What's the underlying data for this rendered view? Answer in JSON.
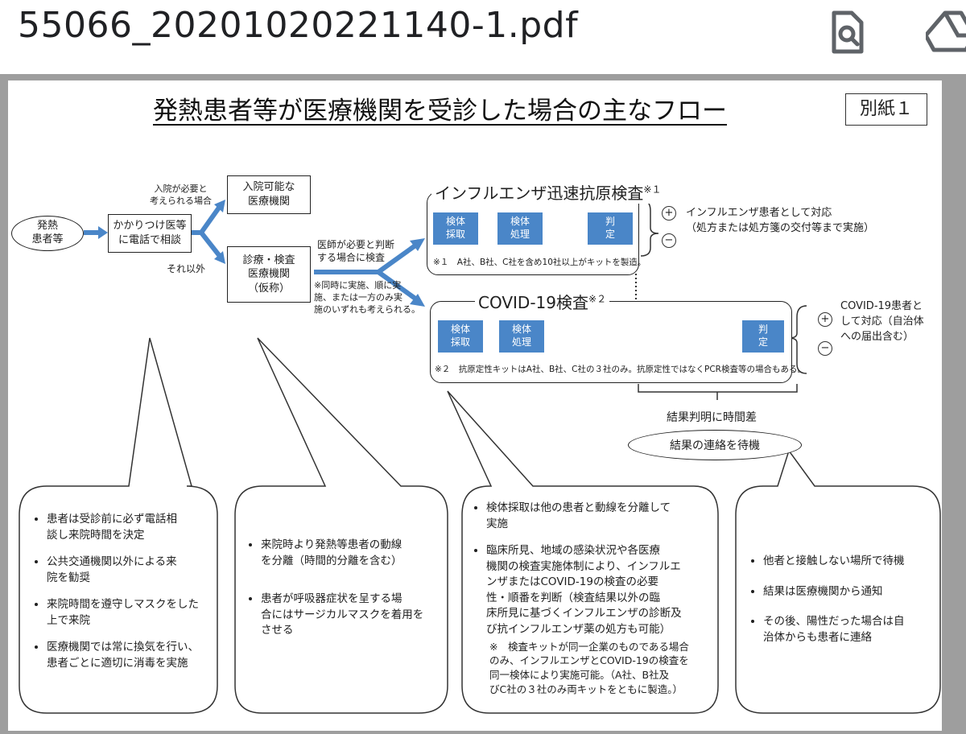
{
  "header": {
    "filename": "55066_20201020221140-1.pdf",
    "search_icon": "document-search-icon",
    "drive_icon": "drive-icon"
  },
  "doc": {
    "title": "発熱患者等が医療機関を受診した場合の主なフロー",
    "annex": "別紙１",
    "patient": "発熱\n患者等",
    "phone": "かかりつけ医等\nに電話で相談",
    "cond_admit": "入院が必要と\n考えられる場合",
    "cond_other": "それ以外",
    "hospital": "入院可能な\n医療機関",
    "clinic": "診療・検査\n医療機関\n（仮称）",
    "cond_test": "医師が必要と判断\nする場合に検査",
    "cond_note": "※同時に実施、順に実\n施、または一方のみ実\n施のいずれも考えられる。",
    "flu": {
      "title": "インフルエンザ迅速抗原検査",
      "mark": "※１",
      "step1": "検体\n採取",
      "step2": "検体\n処理",
      "step3": "判\n定",
      "footnote": "※１　A社、B社、C社を含め10社以上がキットを製造。",
      "plus": "+",
      "minus": "−",
      "result": "インフルエンザ患者として対応\n（処方または処方箋の交付等まで実施）"
    },
    "covid": {
      "title": "COVID-19検査",
      "mark": "※２",
      "step1": "検体\n採取",
      "step2": "検体\n処理",
      "step3": "判\n定",
      "footnote": "※２　抗原定性キットはA社、B社、C社の３社のみ。抗原定性ではなくPCR検査等の場合もある。",
      "plus": "+",
      "minus": "−",
      "result": "COVID-19患者と\nして対応（自治体\nへの届出含む）"
    },
    "time_diff": "結果判明に時間差",
    "wait": "結果の連絡を待機",
    "balloon1": [
      "患者は受診前に必ず電話相\n談し来院時間を決定",
      "公共交通機関以外による来\n院を勧奨",
      "来院時間を遵守しマスクをした\n上で来院",
      "医療機関では常に換気を行い、\n患者ごとに適切に消毒を実施"
    ],
    "balloon2": [
      "来院時より発熱等患者の動線\nを分離（時間的分離を含む）",
      "患者が呼吸器症状を呈する場\n合にはサージカルマスクを着用を\nさせる"
    ],
    "balloon3": [
      "検体採取は他の患者と動線を分離して\n実施",
      "臨床所見、地域の感染状況や各医療\n機関の検査実施体制により、インフルエ\nンザまたはCOVID-19の検査の必要\n性・順番を判断（検査結果以外の臨\n床所見に基づくインフルエンザの診断及\nび抗インフルエンザ薬の処方も可能）"
    ],
    "balloon3_note": "※　検査キットが同一企業のものである場合\nのみ、インフルエンザとCOVID-19の検査を\n同一検体により実施可能。（A社、B社及\nびC社の３社のみ両キットをともに製造。）",
    "balloon4": [
      "他者と接触しない場所で待機",
      "結果は医療機関から通知",
      "その後、陽性だった場合は自\n治体からも患者に連絡"
    ]
  },
  "colors": {
    "accent": "#4a86c8",
    "background_bar": "#9e9e9e"
  }
}
